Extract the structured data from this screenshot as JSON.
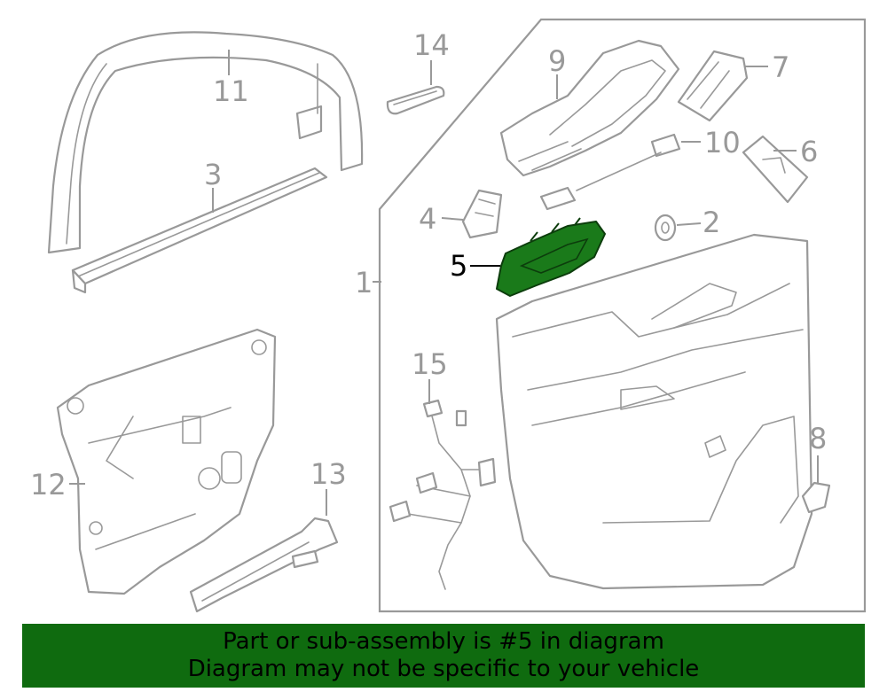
{
  "diagram": {
    "callouts": {
      "c1": "1",
      "c2": "2",
      "c3": "3",
      "c4": "4",
      "c5": "5",
      "c6": "6",
      "c7": "7",
      "c8": "8",
      "c9": "9",
      "c10": "10",
      "c11": "11",
      "c12": "12",
      "c13": "13",
      "c14": "14",
      "c15": "15"
    },
    "highlighted_part": "5",
    "colors": {
      "highlight": "#1a7a1a",
      "line": "#999999",
      "banner": "#0f6b0f"
    }
  },
  "banner": {
    "line1": "Part or sub-assembly is #5 in diagram",
    "line2": "Diagram may not be specific to your vehicle"
  }
}
